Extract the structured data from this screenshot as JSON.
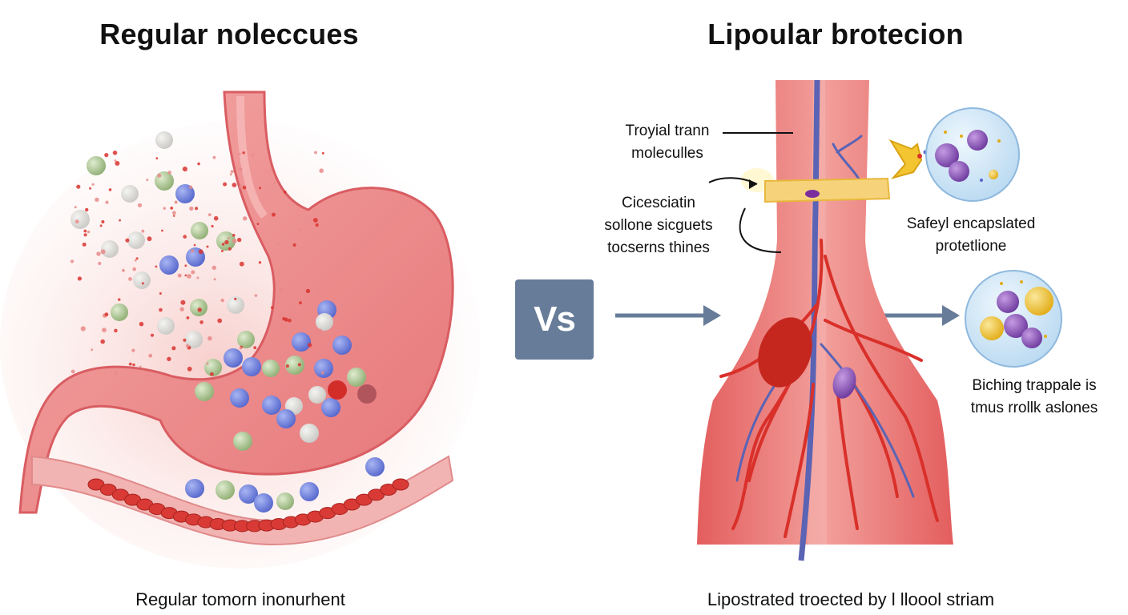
{
  "titles": {
    "left": "Regular noleccues",
    "right": "Lipoular brotecion"
  },
  "vs_label": "Vs",
  "labels": {
    "top_left_line1": "Troyial trann",
    "top_left_line2": "moleculles",
    "mid_left_line1": "Cicesciatin",
    "mid_left_line2": "sollone sicguets",
    "mid_left_line3": "tocserns thines",
    "capsule_line1": "Safeyl encapslated",
    "capsule_line2": "protetlione",
    "bottom_right_line1": "Biching trappale is",
    "bottom_right_line2": "tmus rrollk aslones"
  },
  "captions": {
    "left": "Regular tomorn inonurhent",
    "right": "Lipostrated troected by l lloool striam"
  },
  "colors": {
    "stomach": "#e9878a",
    "stomach_light": "#f7c3c2",
    "vessel": "#e36a6a",
    "vein_blue": "#5a63b4",
    "artery_red": "#d9302a",
    "vs_badge": "#667c99",
    "arrow": "#667c99",
    "capsule_band": "#f6d37a",
    "liposome": "#cfe6f6",
    "molecule_blue": "#6f7fd8",
    "molecule_green": "#a9c48e",
    "molecule_purple": "#8a54b8",
    "molecule_yellow": "#f2c531"
  }
}
